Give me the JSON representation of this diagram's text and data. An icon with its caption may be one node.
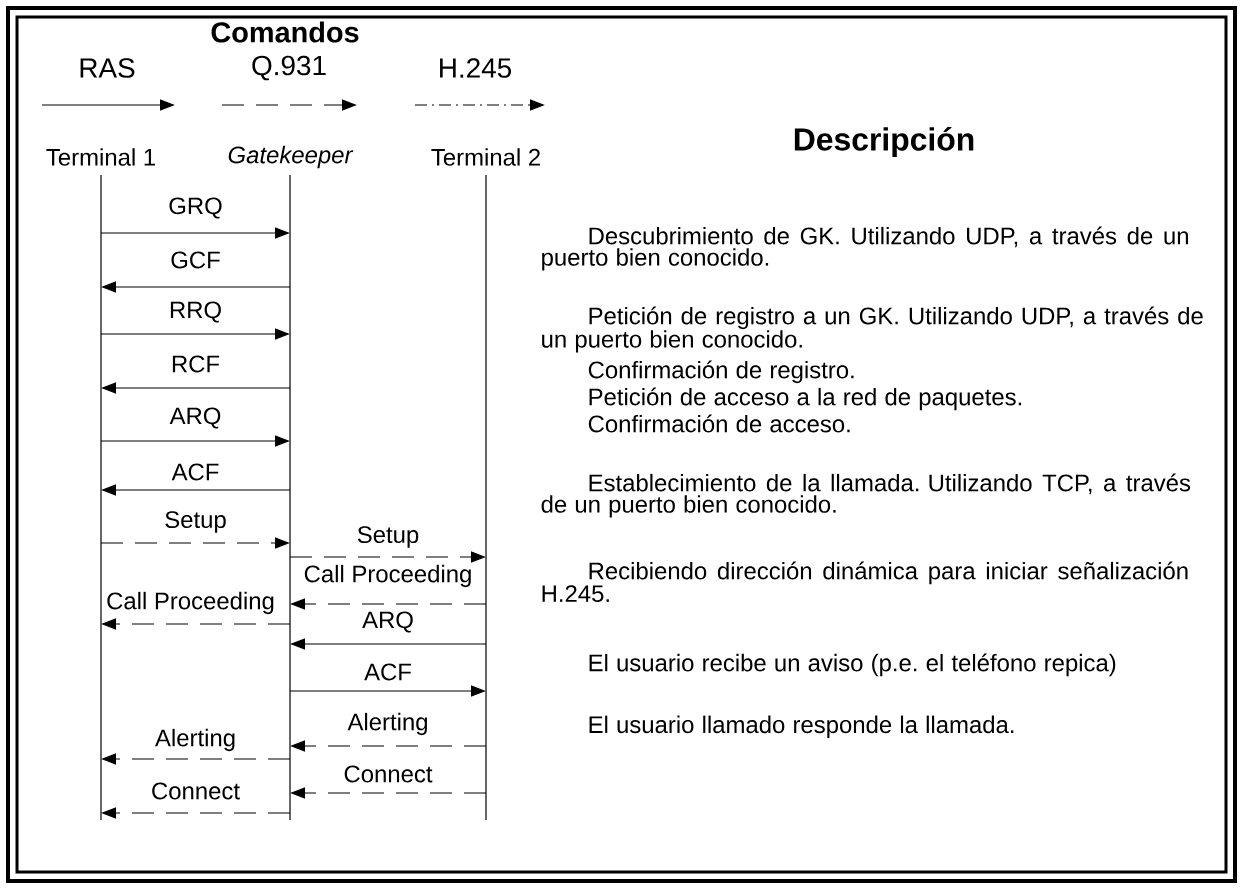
{
  "diagram": {
    "nodes": [
      {
        "text": [
          "Terminal 1"
        ]
      },
      {
        "text": [
          "Gatekeeper"
        ]
      },
      {
        "text": [
          "Terminal 2"
        ]
      }
    ],
    "edges": [
      {
        "from": 0,
        "to": 1,
        "arrow": "to",
        "label": "GRQ"
      },
      {
        "from": 1,
        "to": 0,
        "arrow": "to",
        "label": "GCF"
      },
      {
        "from": 0,
        "to": 1,
        "arrow": "to",
        "label": "RRQ"
      },
      {
        "from": 1,
        "to": 0,
        "arrow": "to",
        "label": "RCF"
      },
      {
        "from": 0,
        "to": 1,
        "arrow": "to",
        "label": "ARQ"
      },
      {
        "from": 1,
        "to": 0,
        "arrow": "to",
        "label": "ACF"
      },
      {
        "from": 0,
        "to": 1,
        "arrow": "to",
        "label": "Setup",
        "style": "dashed"
      },
      {
        "from": 1,
        "to": 2,
        "arrow": "to",
        "label": "Setup",
        "style": "dashed"
      },
      {
        "from": 2,
        "to": 1,
        "arrow": "to",
        "label": "Call Proceeding",
        "style": "dashed"
      },
      {
        "from": 1,
        "to": 0,
        "arrow": "to",
        "label": "Call Proceeding",
        "style": "dashed"
      },
      {
        "from": 2,
        "to": 1,
        "arrow": "to",
        "label": "ARQ"
      },
      {
        "from": 1,
        "to": 2,
        "arrow": "to",
        "label": "ACF"
      },
      {
        "from": 2,
        "to": 1,
        "arrow": "to",
        "label": "Alerting",
        "style": "dashed"
      },
      {
        "from": 1,
        "to": 0,
        "arrow": "to",
        "label": "Alerting",
        "style": "dashed"
      },
      {
        "from": 2,
        "to": 1,
        "arrow": "to",
        "label": "Connect",
        "style": "dashed"
      },
      {
        "from": 1,
        "to": 0,
        "arrow": "to",
        "label": "Connect",
        "style": "dashed"
      }
    ],
    "labels": [
      "Comandos",
      "Descripción",
      "Descubrimiento de GK. Utilizando UDP, a través de un puerto bien conocido.",
      "Petición de registro a un GK. Utilizando UDP, a través de un puerto bien conocido.",
      "Confirmación de registro.",
      "Petición de acceso a la red de paquetes.",
      "Confirmación de acceso.",
      "Establecimiento de la llamada. Utilizando TCP, a través de un puerto bien conocido.",
      "Recibiendo dirección dinámica para iniciar señalización H.245.",
      "El usuario recibe un aviso (p.e. el teléfono repica)",
      "El usuario llamado responde la llamada."
    ],
    "legend": [
      {
        "text": "RAS"
      },
      {
        "text": "Q.931"
      },
      {
        "text": "H.245"
      }
    ]
  }
}
